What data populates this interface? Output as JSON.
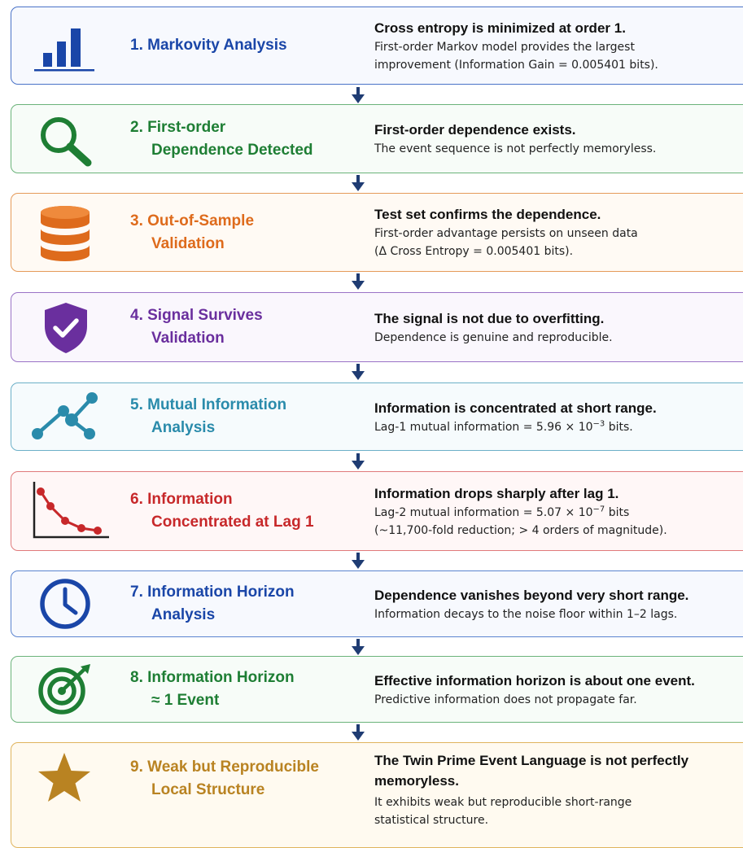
{
  "colors": {
    "blue": "#1a46a8",
    "green": "#1e7e34",
    "orange": "#de6b1c",
    "purple": "#6a2f9e",
    "teal": "#2a8bab",
    "red": "#c7282a",
    "gold": "#b98322",
    "arrow": "#1f3c73"
  },
  "steps": [
    {
      "title": [
        "1. Markovity Analysis"
      ],
      "heading": [
        "Cross entropy is minimized at order 1."
      ],
      "body": [
        "First-order Markov model provides the largest",
        "improvement (Information Gain = 0.005401 bits)."
      ],
      "icon": "bar-chart-icon"
    },
    {
      "title": [
        "2. First-order",
        "Dependence Detected"
      ],
      "heading": [
        "First-order dependence exists."
      ],
      "body": [
        "The event sequence is not perfectly memoryless."
      ],
      "icon": "magnifier-icon"
    },
    {
      "title": [
        "3. Out-of-Sample",
        "Validation"
      ],
      "heading": [
        "Test set confirms the dependence."
      ],
      "body": [
        "First-order advantage persists on unseen data",
        "(Δ Cross Entropy = 0.005401 bits)."
      ],
      "icon": "database-icon"
    },
    {
      "title": [
        "4. Signal Survives",
        "Validation"
      ],
      "heading": [
        "The signal is not due to overfitting."
      ],
      "body": [
        "Dependence is genuine and reproducible."
      ],
      "icon": "shield-check-icon"
    },
    {
      "title": [
        "5. Mutual Information",
        "Analysis"
      ],
      "heading": [
        "Information is concentrated at short range."
      ],
      "body_pre": "Lag-1 mutual information = 5.96 × 10",
      "body_sup": "−3",
      "body_post": " bits.",
      "icon": "network-icon"
    },
    {
      "title": [
        "6. Information",
        "Concentrated at Lag 1"
      ],
      "heading": [
        "Information drops sharply after lag 1."
      ],
      "body_pre": "Lag-2 mutual information = 5.07 × 10",
      "body_sup": "−7",
      "body_post": " bits",
      "body": [
        "(~11,700-fold reduction; > 4 orders of magnitude)."
      ],
      "icon": "decay-curve-icon"
    },
    {
      "title": [
        "7. Information Horizon",
        "Analysis"
      ],
      "heading": [
        "Dependence vanishes beyond very short range."
      ],
      "body": [
        "Information decays to the noise floor within 1–2 lags."
      ],
      "icon": "clock-icon"
    },
    {
      "title": [
        "8. Information Horizon",
        "≈ 1 Event"
      ],
      "heading": [
        "Effective information horizon is about one event."
      ],
      "body": [
        "Predictive information does not propagate far."
      ],
      "icon": "target-icon"
    },
    {
      "title": [
        "9. Weak but Reproducible",
        "Local Structure"
      ],
      "heading": [
        "The Twin Prime Event Language is not perfectly",
        "memoryless."
      ],
      "body": [
        "It exhibits weak but reproducible short-range",
        "statistical structure."
      ],
      "icon": "star-icon"
    }
  ]
}
